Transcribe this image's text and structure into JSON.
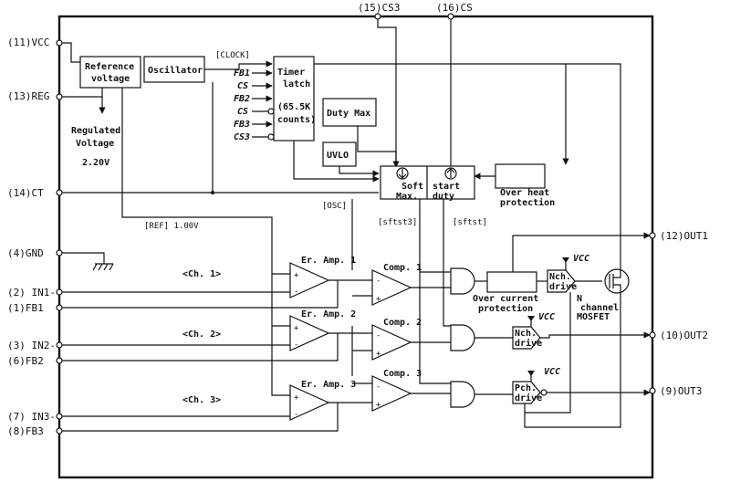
{
  "pins": {
    "vcc": "(11)VCC",
    "reg": "(13)REG",
    "ct": "(14)CT",
    "gnd": "(4)GND",
    "in1": "(2) IN1-",
    "fb1": "(1)FB1",
    "in2": "(3) IN2-",
    "fb2": "(6)FB2",
    "in3": "(7) IN3-",
    "fb3": "(8)FB3",
    "cs3": "(15)CS3",
    "cs": "(16)CS",
    "out1": "(12)OUT1",
    "out2": "(10)OUT2",
    "out3": "(9)OUT3"
  },
  "blocks": {
    "reference": [
      "Reference",
      "voltage"
    ],
    "oscillator": "Oscillator",
    "clock": "[CLOCK]",
    "timer": [
      "Timer",
      "latch",
      "(65.5K",
      "counts)"
    ],
    "timer_inputs": [
      "FB1",
      "CS",
      "FB2",
      "CS",
      "FB3",
      "CS3"
    ],
    "duty_max": "Duty Max",
    "uvlo": "UVLO",
    "soft_max": [
      "Soft",
      "Max."
    ],
    "start_duty": [
      "start",
      "duty"
    ],
    "over_heat": [
      "Over heat",
      "protection"
    ],
    "regulated": [
      "Regulated",
      "Voltage",
      "2.20V"
    ],
    "osc": "[OSC]",
    "ref": "[REF] 1.00V",
    "sftst3": "[sftst3]",
    "sftst": "[sftst]",
    "over_current": [
      "Over current",
      "protection"
    ],
    "vcc_mark": "VCC",
    "nch_drive": [
      "Nch.",
      "drive"
    ],
    "pch_drive": [
      "Pch.",
      "drive"
    ],
    "mosfet": [
      "N",
      "channel",
      "MOSFET"
    ]
  },
  "channels": [
    "<Ch. 1>",
    "<Ch. 2>",
    "<Ch. 3>"
  ],
  "amps": [
    "Er. Amp. 1",
    "Er. Amp. 2",
    "Er. Amp. 3"
  ],
  "comps": [
    "Comp. 1",
    "Comp. 2",
    "Comp. 3"
  ],
  "signs": {
    "plus": "+",
    "minus": "-"
  }
}
